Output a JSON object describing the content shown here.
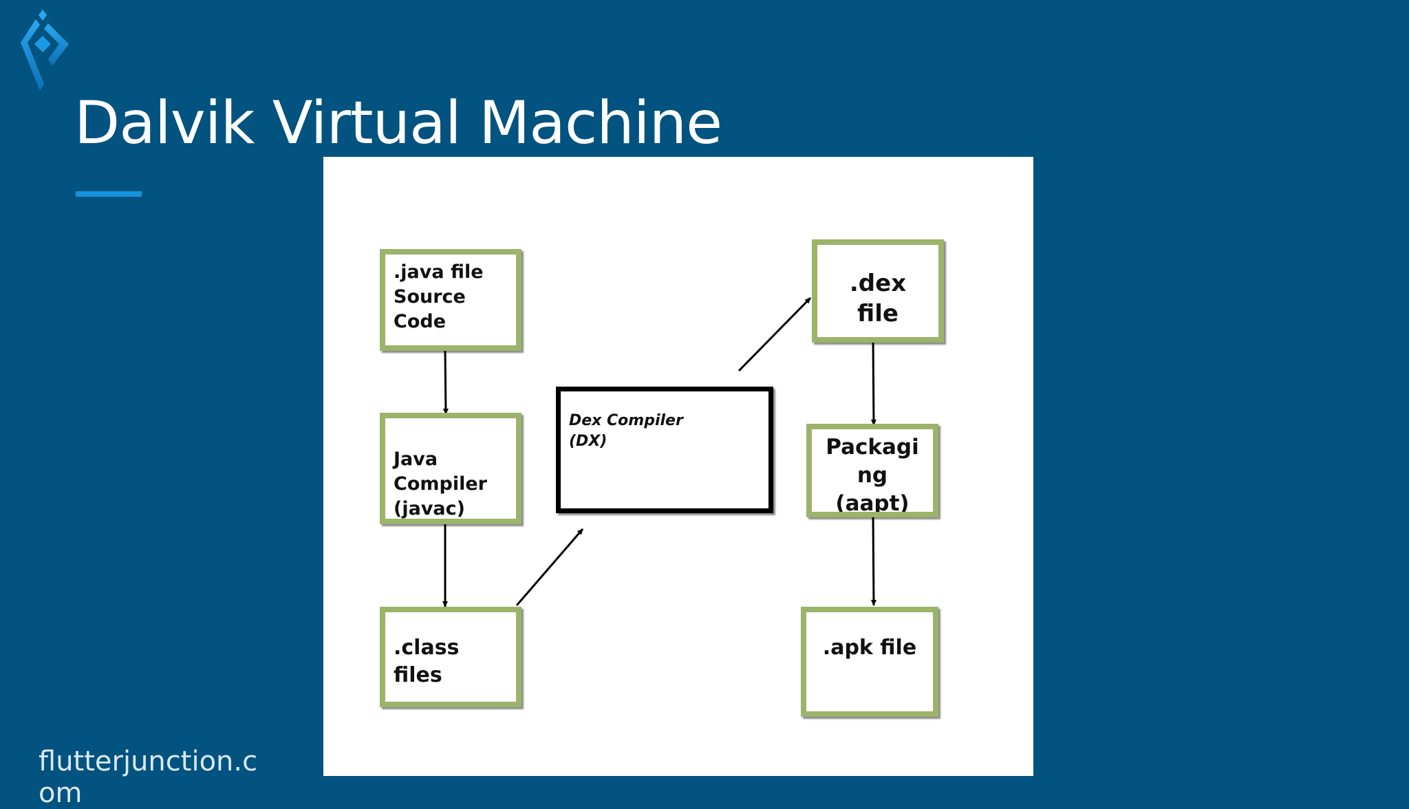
{
  "slide": {
    "title": "Dalvik Virtual Machine",
    "footer": "flutterjunction.com",
    "colors": {
      "background": "#02537f",
      "accent": "#1593dd",
      "node_border": "#9bb46a",
      "logo": "#1a9be6"
    },
    "logo_icon": "diamond-chevrons-logo"
  },
  "diagram": {
    "nodes": {
      "java_file": ".java file\nSource\nCode",
      "java_compiler": "Java\nCompiler\n(javac)",
      "class_files": ".class\nfiles",
      "dex_compiler": "Dex Compiler\n(DX)",
      "dex_file": ".dex\nfile",
      "packaging": "Packagi\nng\n(aapt)",
      "apk_file": ".apk file"
    },
    "edges": [
      {
        "from": "java_file",
        "to": "java_compiler"
      },
      {
        "from": "java_compiler",
        "to": "class_files"
      },
      {
        "from": "class_files",
        "to": "dex_compiler"
      },
      {
        "from": "dex_compiler",
        "to": "dex_file"
      },
      {
        "from": "dex_file",
        "to": "packaging"
      },
      {
        "from": "packaging",
        "to": "apk_file"
      }
    ]
  }
}
